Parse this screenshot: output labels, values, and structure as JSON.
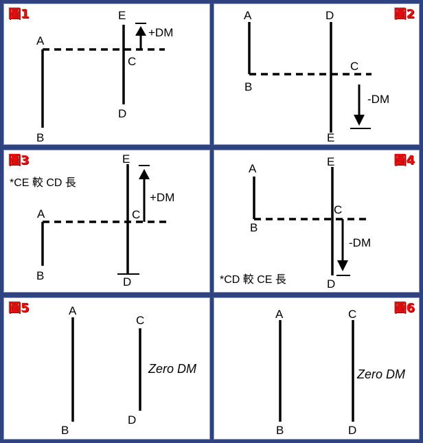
{
  "colors": {
    "frame": "#2e4380",
    "panel": "#ffffff",
    "badge": "#e81010",
    "line": "#000000"
  },
  "panels": [
    {
      "badge": "圖1",
      "labels": {
        "a": "A",
        "b": "B",
        "c": "C",
        "d": "D",
        "e": "E",
        "dm": "+DM"
      }
    },
    {
      "badge": "圖2",
      "labels": {
        "a": "A",
        "b": "B",
        "c": "C",
        "d": "D",
        "e": "E",
        "dm": "-DM"
      }
    },
    {
      "badge": "圖3",
      "note": "*CE 較 CD 長",
      "labels": {
        "a": "A",
        "b": "B",
        "c": "C",
        "d": "D",
        "e": "E",
        "dm": "+DM"
      }
    },
    {
      "badge": "圖4",
      "note": "*CD 較 CE 長",
      "labels": {
        "a": "A",
        "b": "B",
        "c": "C",
        "d": "D",
        "e": "E",
        "dm": "-DM"
      }
    },
    {
      "badge": "圖5",
      "zero": "Zero DM",
      "labels": {
        "a": "A",
        "b": "B",
        "c": "C",
        "d": "D"
      }
    },
    {
      "badge": "圖6",
      "zero": "Zero DM",
      "labels": {
        "a": "A",
        "b": "B",
        "c": "C",
        "d": "D"
      }
    }
  ]
}
